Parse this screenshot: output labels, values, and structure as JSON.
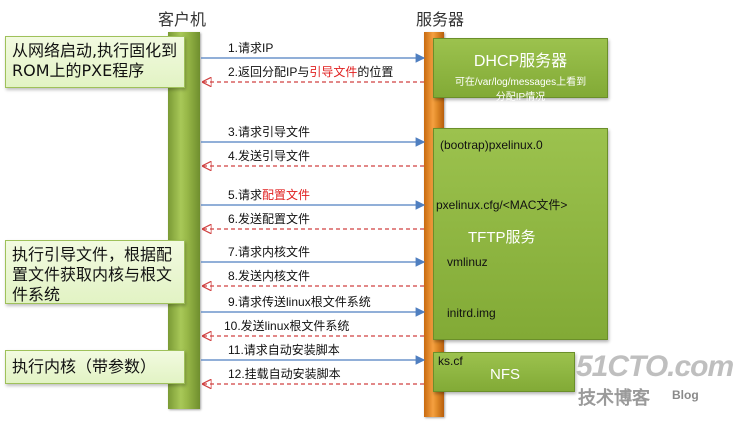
{
  "headers": {
    "client": "客户机",
    "server": "服务器"
  },
  "notes": {
    "boot": "从网络启动,执行固化到ROM上的PXE程序",
    "kernel": "执行引导文件，根据配置文件获取内核与根文件系统",
    "exec": "执行内核（带参数）"
  },
  "dhcp": {
    "title": "DHCP服务器",
    "sub1": "可在/var/log/messages上看到",
    "sub2": "分配IP情况"
  },
  "tftp": {
    "bootrap": "(bootrap)pxelinux.0",
    "cfg": "pxelinux.cfg/<MAC文件>",
    "title": "TFTP服务",
    "vmlinuz": "vmlinuz",
    "initrd": "initrd.img"
  },
  "nfs": {
    "ks": "ks.cf",
    "title": "NFS"
  },
  "steps": [
    {
      "pre": "1.请求IP",
      "hl": "",
      "post": "",
      "dir": "right"
    },
    {
      "pre": "2.返回分配IP与",
      "hl": "引导文件",
      "post": "的位置",
      "dir": "left"
    },
    {
      "pre": "3.请求引导文件",
      "hl": "",
      "post": "",
      "dir": "right"
    },
    {
      "pre": "4.发送引导文件",
      "hl": "",
      "post": "",
      "dir": "left"
    },
    {
      "pre": "5.请求",
      "hl": "配置文件",
      "post": "",
      "dir": "right"
    },
    {
      "pre": "6.发送配置文件",
      "hl": "",
      "post": "",
      "dir": "left"
    },
    {
      "pre": "7.请求内核文件",
      "hl": "",
      "post": "",
      "dir": "right"
    },
    {
      "pre": "8.发送内核文件",
      "hl": "",
      "post": "",
      "dir": "left"
    },
    {
      "pre": "9.请求传送linux根文件系统",
      "hl": "",
      "post": "",
      "dir": "right"
    },
    {
      "pre": "10.发送linux根文件系统",
      "hl": "",
      "post": "",
      "dir": "left"
    },
    {
      "pre": "11.请求自动安装脚本",
      "hl": "",
      "post": "",
      "dir": "right"
    },
    {
      "pre": "12.挂载自动安装脚本",
      "hl": "",
      "post": "",
      "dir": "left"
    }
  ],
  "watermark": {
    "site": "51CTO.com",
    "blog": "技术博客",
    "tag": "Blog"
  },
  "colors": {
    "request": "#4f7fc0",
    "response": "#d04040",
    "client_bar": "#9ab84a",
    "server_bar": "#f08c24",
    "box": "#8db444"
  }
}
